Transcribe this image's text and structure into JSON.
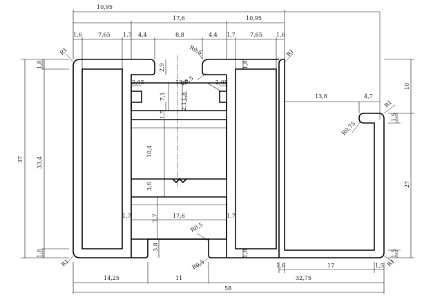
{
  "drawing": {
    "top_dims": {
      "overall_left": "10,95",
      "overall_mid": "17,6",
      "overall_right": "10,95",
      "l_wall": "1,6",
      "l_slot": "7,65",
      "l_web": "1,7",
      "l_lip": "4,4",
      "gap": "8,8",
      "r_lip": "4,4",
      "r_web": "1,7",
      "r_slot": "7,65",
      "r_wall": "1,6"
    },
    "left_dims": {
      "total_height": "37",
      "inner_height": "33,4",
      "top_wall": "1,8",
      "bottom_wall": "1,8"
    },
    "right_dims": {
      "top_offset": "10",
      "height": "27",
      "slot_thickness": "1,5",
      "bottom_thickness": "1,5"
    },
    "inner_dims": {
      "upper_slot_h": "2,9",
      "ledge_left": "2,05",
      "ledge_right": "2,05",
      "ledge_mid": "13,5",
      "step_h": "7,1",
      "small_18": "1,8",
      "small_21": "2,1",
      "cap_15": "1,5",
      "chamber_h": "10,4",
      "notch_h": "3,6",
      "lower_w": "17,6",
      "lower_l": "1,7",
      "lower_r": "1,7",
      "lower_h": "7,7",
      "leg_h": "3,8",
      "left_bot_18": "1,8",
      "right_bot_18": "1,8"
    },
    "arm_dims": {
      "reach": "13,8",
      "slot_w": "4,7"
    },
    "bottom_dims": {
      "left_offset": "14,25",
      "mid_gap": "11",
      "right_span": "32,75",
      "overall": "58",
      "r_wall": "1,6",
      "channel": "17",
      "end_wall": "1,5"
    },
    "radii": {
      "tl": "R1",
      "tr": "R1",
      "bl": "R1",
      "br": "R1",
      "top_mid": "R0,5",
      "top_inner": "R0,5",
      "slot_end": "R0,75",
      "slot_tip": "R1",
      "bot_inner": "R0,5",
      "bot_mid": "R0,5"
    }
  }
}
